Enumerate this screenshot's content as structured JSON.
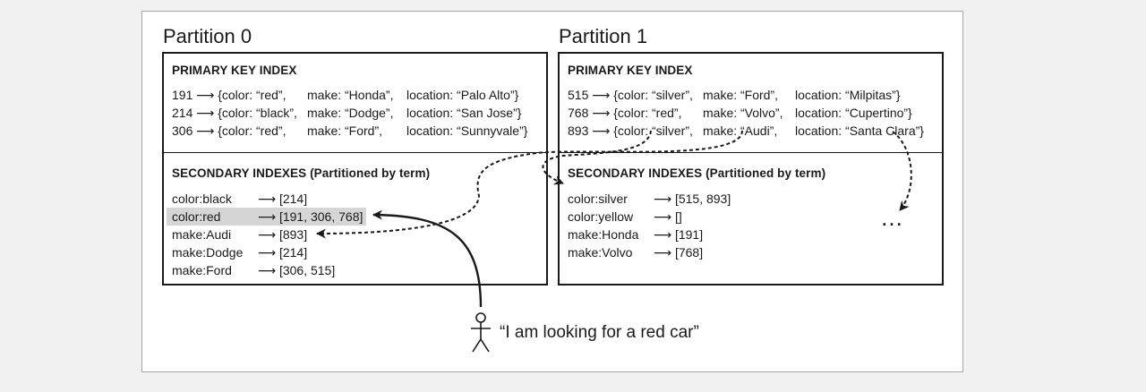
{
  "partitions": [
    {
      "title": "Partition 0",
      "primary_heading": "PRIMARY KEY INDEX",
      "primary_rows": [
        {
          "id": "191 ⟶ {color: “red”,",
          "make": "make: “Honda”,",
          "location": "location: “Palo Alto”}"
        },
        {
          "id": "214 ⟶ {color: “black”,",
          "make": "make: “Dodge”,",
          "location": "location: “San Jose”}"
        },
        {
          "id": "306 ⟶ {color: “red”,",
          "make": "make: “Ford”,",
          "location": "location: “Sunnyvale”}"
        }
      ],
      "secondary_heading": "SECONDARY INDEXES (Partitioned by term)",
      "secondary_rows": [
        {
          "term": "color:black",
          "postings": "⟶ [214]"
        },
        {
          "term": "color:red",
          "postings": "⟶ [191, 306, 768]"
        },
        {
          "term": "make:Audi",
          "postings": "⟶ [893]"
        },
        {
          "term": "make:Dodge",
          "postings": "⟶ [214]"
        },
        {
          "term": "make:Ford",
          "postings": "⟶ [306, 515]"
        }
      ]
    },
    {
      "title": "Partition 1",
      "primary_heading": "PRIMARY KEY INDEX",
      "primary_rows": [
        {
          "id": "515 ⟶ {color: “silver”,",
          "make": "make: “Ford”,",
          "location": "location: “Milpitas”}"
        },
        {
          "id": "768 ⟶ {color: “red”,",
          "make": "make: “Volvo”,",
          "location": "location: “Cupertino”}"
        },
        {
          "id": "893 ⟶ {color: “silver”,",
          "make": "make: “Audi”,",
          "location": "location: “Santa Clara”}"
        }
      ],
      "secondary_heading": "SECONDARY INDEXES (Partitioned by term)",
      "secondary_rows": [
        {
          "term": "color:silver",
          "postings": "⟶ [515, 893]"
        },
        {
          "term": "color:yellow",
          "postings": "⟶ []"
        },
        {
          "term": "make:Honda",
          "postings": "⟶ [191]"
        },
        {
          "term": "make:Volvo",
          "postings": "⟶ [768]"
        }
      ],
      "ellipsis": "…"
    }
  ],
  "user_quote": "“I am looking for a red car”",
  "highlighted_term": "color:red"
}
